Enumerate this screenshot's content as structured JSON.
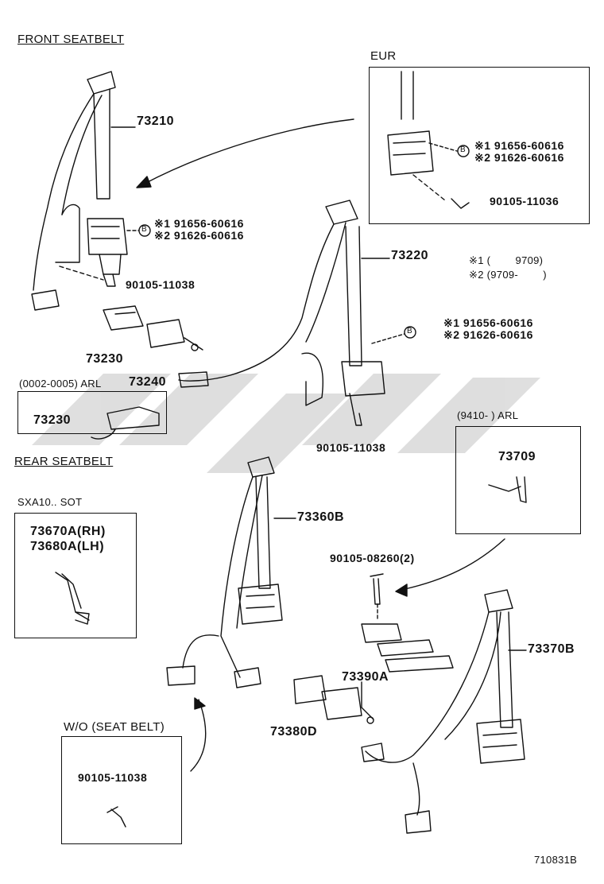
{
  "sections": {
    "front": "FRONT SEATBELT",
    "rear": "REAR SEATBELT",
    "eur": "EUR",
    "arl_0002": "(0002-0005) ARL",
    "arl_9410": "(9410-        ) ARL",
    "sxa10": "SXA10.. SOT",
    "wo_seatbelt": "W/O (SEAT BELT)"
  },
  "parts": {
    "p73210": "73210",
    "p73220": "73220",
    "p73230a": "73230",
    "p73240": "73240",
    "p73230b": "73230",
    "p73360b": "73360B",
    "p73370b": "73370B",
    "p73390a": "73390A",
    "p73380d": "73380D",
    "p73709": "73709",
    "p73670a": "73670A(RH)",
    "p73680a": "73680A(LH)",
    "bolt_left": "90105-11038",
    "bolt_center": "90105-11038",
    "bolt_eur": "90105-11036",
    "bolt_rear_center": "90105-08260(2)",
    "bolt_wo": "90105-11038",
    "b1_left": "※1 91656-60616",
    "b2_left": "※2 91626-60616",
    "b1_right": "※1 91656-60616",
    "b2_right": "※2 91626-60616",
    "b1_eur": "※1 91656-60616",
    "b2_eur": "※2 91626-60616"
  },
  "legend": {
    "note1": "※1 (        9709)",
    "note2": "※2 (9709-        )"
  },
  "figure_id": "710831B",
  "b_marker": "B"
}
